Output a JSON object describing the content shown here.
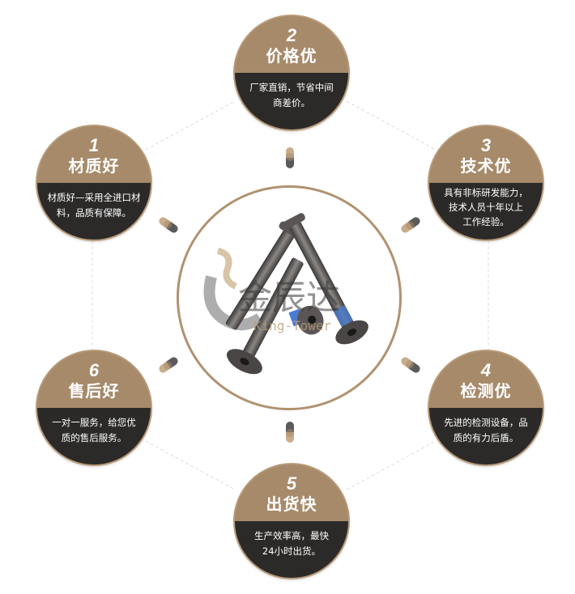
{
  "features": [
    {
      "number": "1",
      "title": "材质好",
      "desc_lines": [
        "材质好—采用全进口材",
        "料，品质有保障。"
      ]
    },
    {
      "number": "2",
      "title": "价格优",
      "desc_lines": [
        "厂家直销，节省中间",
        "商差价。"
      ]
    },
    {
      "number": "3",
      "title": "技术优",
      "desc_lines": [
        "具有非标研发能力，",
        "技术人员十年以上",
        "工作经验。"
      ]
    },
    {
      "number": "4",
      "title": "检测优",
      "desc_lines": [
        "先进的检测设备，品",
        "质的有力后盾。"
      ]
    },
    {
      "number": "5",
      "title": "出货快",
      "desc_lines": [
        "生产效率高，最快",
        "24小时出货。"
      ]
    },
    {
      "number": "6",
      "title": "售后好",
      "desc_lines": [
        "一对一服务，给您优",
        "质的售后服务。"
      ]
    }
  ],
  "center": {
    "product": "scooter axle screws (bolts)",
    "watermark_cn": "金辰达",
    "watermark_en": "King-Tower"
  },
  "colors": {
    "accent_brown": "#a68a6a",
    "dark": "#2b2a29",
    "ring": "#b09270",
    "line": "#dddddd"
  }
}
